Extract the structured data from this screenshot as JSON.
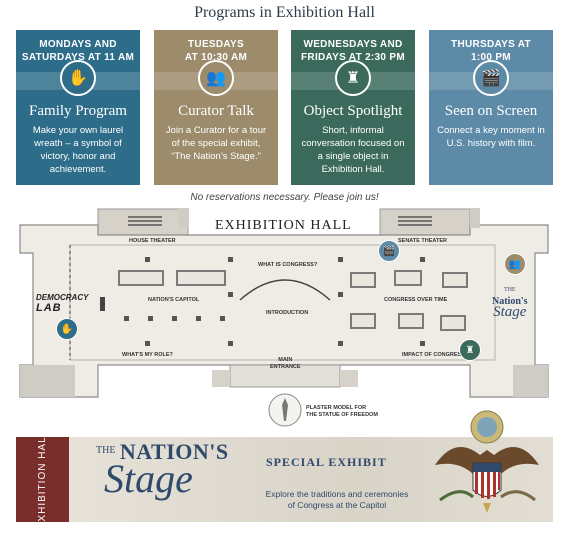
{
  "title": "Programs in Exhibition Hall",
  "programs": [
    {
      "when": "MONDAYS AND\nSATURDAYS AT 11 AM",
      "name": "Family Program",
      "desc": "Make your own laurel wreath – a symbol of victory, honor and achievement.",
      "color": "#2e6d8a",
      "icon": "wreath-craft-icon"
    },
    {
      "when": "TUESDAYS\nAT 10:30 AM",
      "name": "Curator Talk",
      "desc": "Join a Curator for a tour of the special exhibit, “The Nation’s Stage.”",
      "color": "#9c8c6c",
      "icon": "people-talk-icon"
    },
    {
      "when": "WEDNESDAYS AND\nFRIDAYS AT 2:30 PM",
      "name": "Object Spotlight",
      "desc": "Short, informal conversation focused on a single object in Exhibition Hall.",
      "color": "#3b6a5c",
      "icon": "statue-object-icon"
    },
    {
      "when": "THURSDAYS AT\n1:00 PM",
      "name": "Seen on Screen",
      "desc": "Connect a key moment in U.S. history with film.",
      "color": "#5d8aa6",
      "icon": "film-clapper-icon"
    }
  ],
  "note": "No reservations necessary. Please join us!",
  "map": {
    "hall_title": "EXHIBITION HALL",
    "labels": {
      "house_theater": "HOUSE THEATER",
      "senate_theater": "SENATE THEATER",
      "what_is_congress": "WHAT IS CONGRESS?",
      "nations_capitol": "NATION'S CAPITOL",
      "introduction": "INTRODUCTION",
      "congress_over_time": "CONGRESS OVER TIME",
      "whats_my_role": "WHAT'S MY ROLE?",
      "impact_of_congress": "IMPACT OF CONGRESS",
      "main_entrance": "MAIN\nENTRANCE",
      "plaster_model": "PLASTER MODEL FOR\nTHE STATUE OF FREEDOM",
      "democracy": "DEMOCRACY",
      "lab": "LAB",
      "stage_logo_the": "THE",
      "stage_logo_nations": "Nation's",
      "stage_logo_stage": "Stage"
    }
  },
  "banner": {
    "side_label": "EXHIBITION HALL",
    "logo_the": "THE",
    "logo_nations": "NATION'S",
    "logo_stage": "Stage",
    "special": "SPECIAL EXHIBIT",
    "desc": "Explore the traditions and ceremonies of Congress at the Capitol",
    "side_color": "#7a2e2b",
    "accent_color": "#2f4a6b"
  }
}
